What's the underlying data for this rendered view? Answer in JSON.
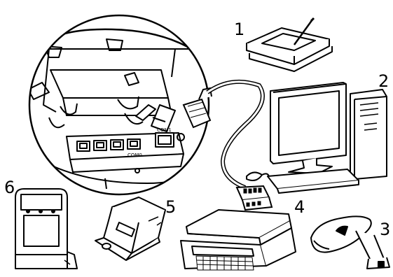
{
  "callouts": {
    "c1": "1",
    "c2": "2",
    "c3": "3",
    "c4": "4",
    "c5": "5",
    "c6": "6"
  },
  "ports": {
    "com0": "COM0",
    "com1": "COM1"
  }
}
